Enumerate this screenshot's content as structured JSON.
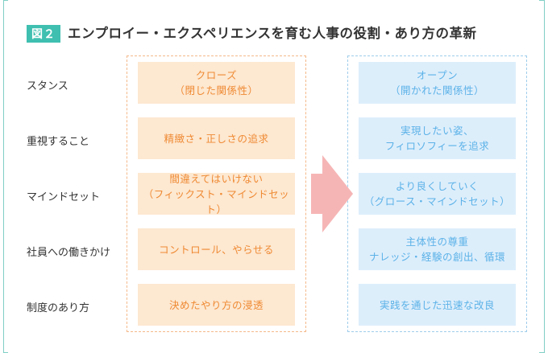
{
  "figure": {
    "number_label": "図２",
    "title": "エンプロイー・エクスペリエンスを育む人事の役割・あり方の革新"
  },
  "rows": [
    {
      "label": "スタンス",
      "left": [
        "クローズ",
        "（閉じた関係性）"
      ],
      "right": [
        "オープン",
        "（開かれた関係性）"
      ]
    },
    {
      "label": "重視すること",
      "left": [
        "精緻さ・正しさの追求"
      ],
      "right": [
        "実現したい姿、",
        "フィロソフィーを追求"
      ]
    },
    {
      "label": "マインドセット",
      "left": [
        "間違えてはいけない",
        "（フィックスト・マインドセット）"
      ],
      "right": [
        "より良くしていく",
        "（グロース・マインドセット）"
      ]
    },
    {
      "label": "社員への働きかけ",
      "left": [
        "コントロール、やらせる"
      ],
      "right": [
        "主体性の尊重",
        "ナレッジ・経験の創出、循環"
      ]
    },
    {
      "label": "制度のあり方",
      "left": [
        "決めたやり方の浸透"
      ],
      "right": [
        "実践を通じた迅速な改良"
      ]
    }
  ],
  "colors": {
    "accent_teal": "#3fbfb0",
    "left_fill": "#fde8d1",
    "left_text": "#ef8a33",
    "right_fill": "#ddeefb",
    "right_text": "#5cb2e8",
    "arrow": "#f6b5b5"
  },
  "icons": {
    "transition_arrow": "arrow-right-icon"
  }
}
